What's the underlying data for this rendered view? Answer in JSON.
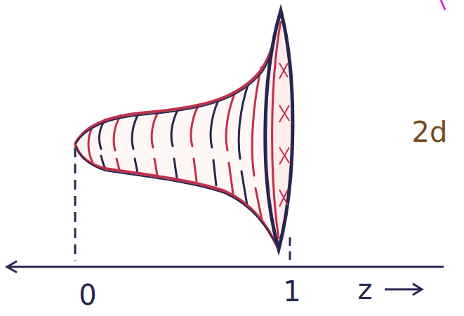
{
  "diagram": {
    "labels": [
      "0",
      "1",
      "z",
      "2d"
    ]
  }
}
